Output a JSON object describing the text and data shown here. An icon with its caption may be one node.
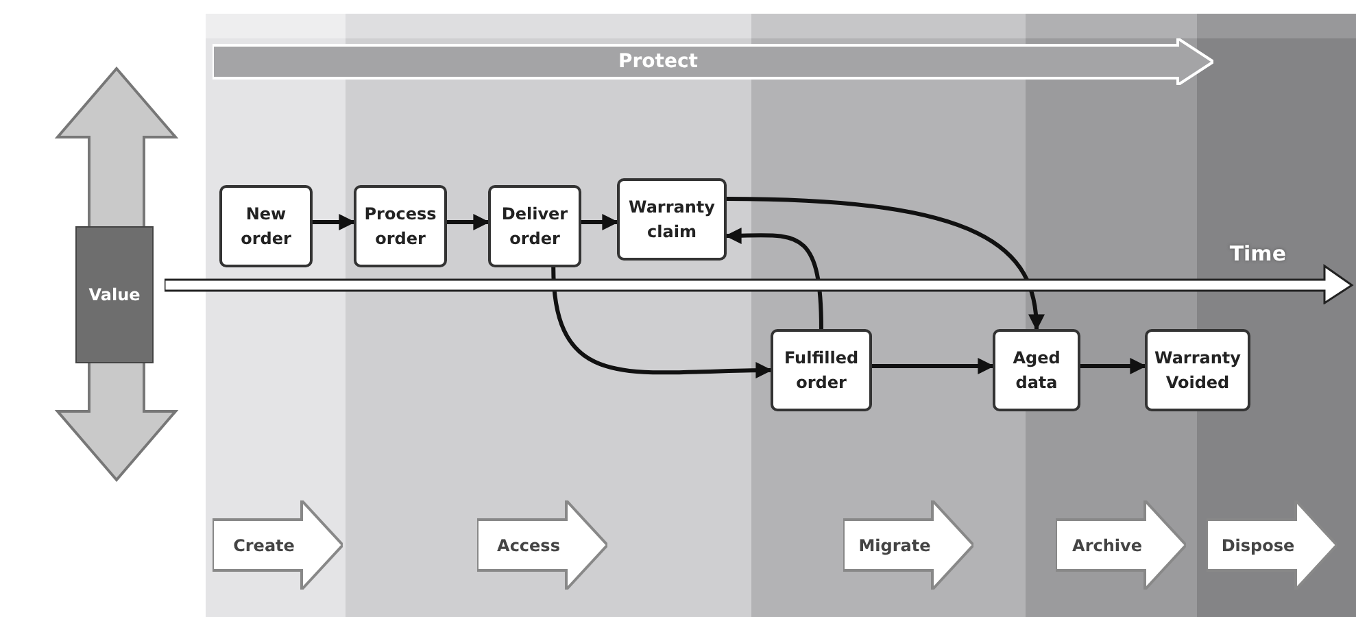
{
  "diagram": {
    "nodes": [
      {
        "text": [
          "Protect"
        ]
      },
      {
        "text": [
          "Value"
        ]
      },
      {
        "text": [
          "New order"
        ]
      },
      {
        "text": [
          "Process order"
        ]
      },
      {
        "text": [
          "Deliver order"
        ]
      },
      {
        "text": [
          "Warranty claim"
        ]
      },
      {
        "text": [
          "Time"
        ]
      },
      {
        "text": [
          "Fulfilled order"
        ]
      },
      {
        "text": [
          "Aged data"
        ]
      },
      {
        "text": [
          "Warranty Voided"
        ]
      },
      {
        "text": [
          "Create"
        ]
      },
      {
        "text": [
          "Access"
        ]
      },
      {
        "text": [
          "Migrate"
        ]
      },
      {
        "text": [
          "Archive"
        ]
      },
      {
        "text": [
          "Dispose"
        ]
      }
    ],
    "edges": [
      {
        "from": 2,
        "to": 3,
        "arrow": "to"
      },
      {
        "from": 3,
        "to": 4,
        "arrow": "to"
      },
      {
        "from": 4,
        "to": 5,
        "arrow": "to"
      },
      {
        "from": 4,
        "to": 7,
        "arrow": "to"
      },
      {
        "from": 7,
        "to": 5,
        "arrow": "to"
      },
      {
        "from": 5,
        "to": 8,
        "arrow": "to"
      },
      {
        "from": 7,
        "to": 8,
        "arrow": "to"
      },
      {
        "from": 8,
        "to": 9,
        "arrow": "to"
      }
    ]
  }
}
